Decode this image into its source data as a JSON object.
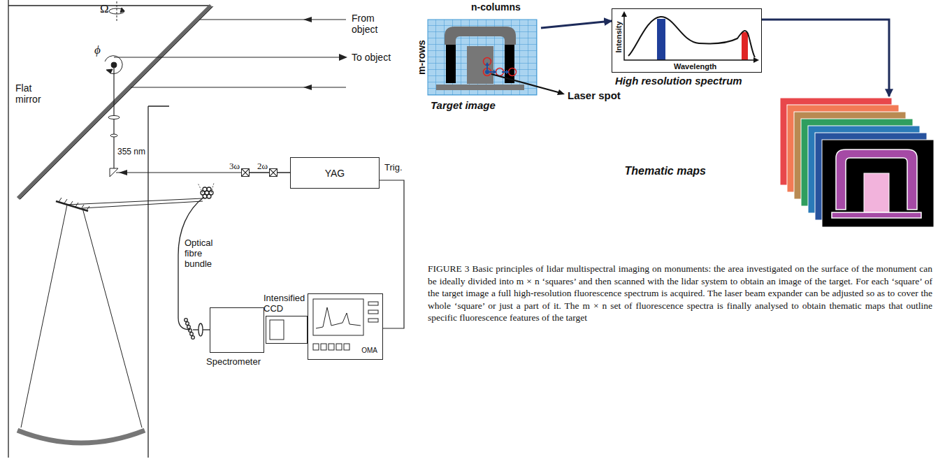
{
  "diagram": {
    "caption": "FIGURE 3 Basic principles of lidar multispectral imaging on monuments: the area investigated on the surface of the monument can be ideally divided into m × n ‘squares’ and then scanned with the lidar system to obtain an image of the target. For each ‘square’ of the target image a full high-resolution fluorescence spectrum is acquired. The laser beam expander can be adjusted so as to cover the whole ‘square’ or just a part of it. The m × n set of fluorescence spectra is finally analysed to obtain thematic maps that outline specific fluorescence features of the target",
    "nodes": [
      {
        "text": [
          "YAG"
        ]
      },
      {
        "text": [
          "2ω"
        ]
      },
      {
        "text": [
          "3ω"
        ]
      },
      {
        "text": [
          "Spectrometer"
        ]
      },
      {
        "text": [
          "Intensified CCD"
        ]
      },
      {
        "text": [
          "OMA"
        ]
      },
      {
        "text": [
          "n-columns",
          "m-rows",
          "Target image"
        ]
      },
      {
        "text": [
          "Intensity",
          "Wavelength",
          "High resolution spectrum"
        ]
      },
      {
        "text": [
          "Thematic maps"
        ]
      }
    ],
    "edges": [
      {
        "from": 0,
        "to": 1,
        "arrow": "none"
      },
      {
        "from": 1,
        "to": 2,
        "arrow": "none"
      },
      {
        "from": 0,
        "to": 5,
        "label": "Trig.",
        "arrow": "none"
      },
      {
        "from": 6,
        "to": 7,
        "arrow": "to"
      },
      {
        "from": 7,
        "to": 8,
        "arrow": "to"
      }
    ],
    "labels": [
      "Ω",
      "ϕ",
      "Flat mirror",
      "From object",
      "To object",
      "355 nm",
      "Optical fibre bundle",
      "Laser spot"
    ]
  }
}
